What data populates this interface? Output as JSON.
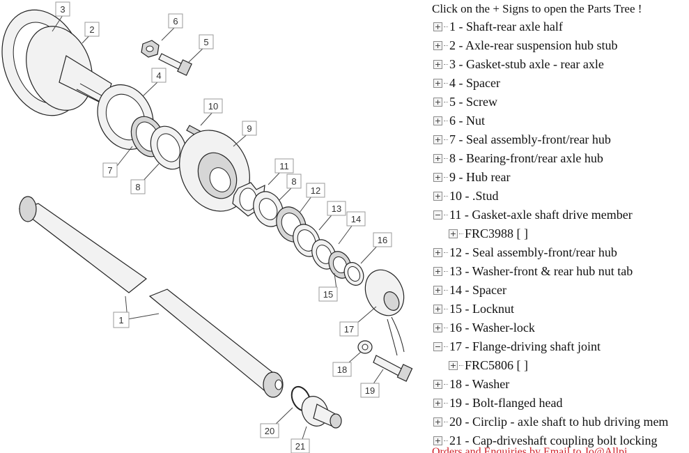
{
  "diagram": {
    "callouts": [
      "1",
      "2",
      "3",
      "4",
      "5",
      "6",
      "7",
      "8",
      "8",
      "9",
      "10",
      "11",
      "12",
      "13",
      "14",
      "15",
      "16",
      "17",
      "18",
      "19",
      "20",
      "21"
    ]
  },
  "tree": {
    "header": "Click on the + Signs to open the Parts Tree !",
    "items": [
      {
        "label": "1 - Shaft-rear axle half",
        "state": "collapsed"
      },
      {
        "label": "2 - Axle-rear suspension hub stub",
        "state": "collapsed"
      },
      {
        "label": "3 - Gasket-stub axle - rear axle",
        "state": "collapsed"
      },
      {
        "label": "4 - Spacer",
        "state": "collapsed"
      },
      {
        "label": "5 - Screw",
        "state": "collapsed"
      },
      {
        "label": "6 - Nut",
        "state": "collapsed"
      },
      {
        "label": "7 - Seal assembly-front/rear hub",
        "state": "collapsed"
      },
      {
        "label": "8 - Bearing-front/rear axle hub",
        "state": "collapsed"
      },
      {
        "label": "9 - Hub rear",
        "state": "collapsed"
      },
      {
        "label": "10 - .Stud",
        "state": "collapsed"
      },
      {
        "label": "11 - Gasket-axle shaft drive member",
        "state": "expanded"
      },
      {
        "label": "FRC3988 [ ]",
        "state": "collapsed",
        "sub": true
      },
      {
        "label": "12 - Seal assembly-front/rear hub",
        "state": "collapsed"
      },
      {
        "label": "13 - Washer-front & rear hub nut tab",
        "state": "collapsed"
      },
      {
        "label": "14 - Spacer",
        "state": "collapsed"
      },
      {
        "label": "15 - Locknut",
        "state": "collapsed"
      },
      {
        "label": "16 - Washer-lock",
        "state": "collapsed"
      },
      {
        "label": "17 - Flange-driving shaft joint",
        "state": "expanded"
      },
      {
        "label": "FRC5806 [ ]",
        "state": "collapsed",
        "sub": true
      },
      {
        "label": "18 - Washer",
        "state": "collapsed"
      },
      {
        "label": "19 - Bolt-flanged head",
        "state": "collapsed"
      },
      {
        "label": "20 - Circlip - axle shaft to hub driving mem",
        "state": "collapsed"
      },
      {
        "label": "21 - Cap-driveshaft coupling bolt locking",
        "state": "collapsed"
      }
    ],
    "footer_link": "Orders and Enquiries by Email to Jo@Allpi"
  },
  "icons": {
    "collapsed": "plus-icon",
    "expanded": "minus-icon"
  },
  "colors": {
    "footer_link": "#d0202a"
  }
}
